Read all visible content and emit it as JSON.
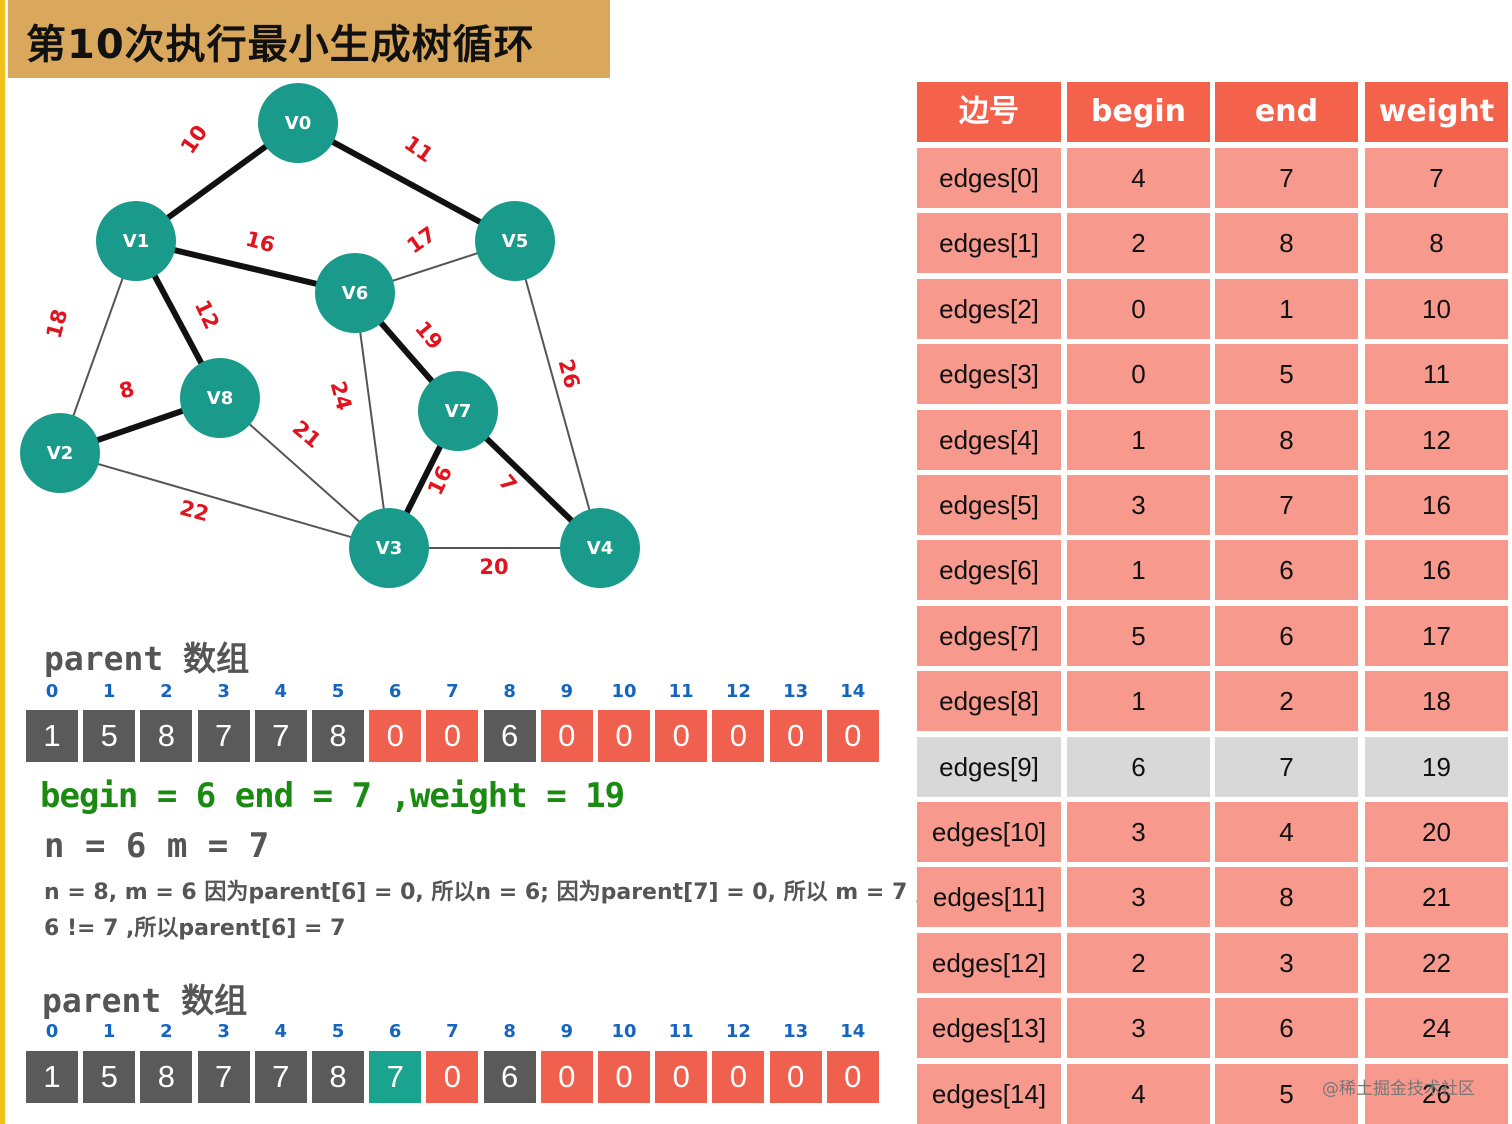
{
  "title": "第10次执行最小生成树循环",
  "graph": {
    "nodes": [
      "V0",
      "V1",
      "V2",
      "V3",
      "V4",
      "V5",
      "V6",
      "V7",
      "V8"
    ],
    "edges": [
      {
        "from": "V0",
        "to": "V1",
        "label": "10",
        "in_tree": true
      },
      {
        "from": "V0",
        "to": "V5",
        "label": "11",
        "in_tree": true
      },
      {
        "from": "V1",
        "to": "V6",
        "label": "16",
        "in_tree": true
      },
      {
        "from": "V6",
        "to": "V5",
        "label": "17",
        "in_tree": false
      },
      {
        "from": "V1",
        "to": "V8",
        "label": "12",
        "in_tree": true
      },
      {
        "from": "V1",
        "to": "V2",
        "label": "18",
        "in_tree": false
      },
      {
        "from": "V6",
        "to": "V7",
        "label": "19",
        "in_tree": true
      },
      {
        "from": "V5",
        "to": "V4",
        "label": "26",
        "in_tree": false
      },
      {
        "from": "V2",
        "to": "V8",
        "label": "8",
        "in_tree": true
      },
      {
        "from": "V6",
        "to": "V3",
        "label": "24",
        "in_tree": false
      },
      {
        "from": "V8",
        "to": "V3",
        "label": "21",
        "in_tree": false
      },
      {
        "from": "V2",
        "to": "V3",
        "label": "22",
        "in_tree": false
      },
      {
        "from": "V7",
        "to": "V3",
        "label": "16",
        "in_tree": true
      },
      {
        "from": "V7",
        "to": "V4",
        "label": "7",
        "in_tree": true
      },
      {
        "from": "V3",
        "to": "V4",
        "label": "20",
        "in_tree": false
      }
    ]
  },
  "parent_before": {
    "title": "parent 数组",
    "indices": [
      "0",
      "1",
      "2",
      "3",
      "4",
      "5",
      "6",
      "7",
      "8",
      "9",
      "10",
      "11",
      "12",
      "13",
      "14"
    ],
    "values": [
      "1",
      "5",
      "8",
      "7",
      "7",
      "8",
      "0",
      "0",
      "6",
      "0",
      "0",
      "0",
      "0",
      "0",
      "0"
    ],
    "styles": [
      "dark",
      "dark",
      "dark",
      "dark",
      "dark",
      "dark",
      "red",
      "red",
      "dark",
      "red",
      "red",
      "red",
      "red",
      "red",
      "red"
    ]
  },
  "begin_line": "begin = 6 end = 7 ,weight = 19",
  "nm_line": "n = 6   m = 7",
  "explanation_1": "n = 8, m = 6  因为parent[6] = 0, 所以n = 6;   因为parent[7] = 0, 所以 m = 7 ;",
  "explanation_2": "6 != 7 ,所以parent[6] = 7",
  "parent_after": {
    "title": "parent 数组",
    "indices": [
      "0",
      "1",
      "2",
      "3",
      "4",
      "5",
      "6",
      "7",
      "8",
      "9",
      "10",
      "11",
      "12",
      "13",
      "14"
    ],
    "values": [
      "1",
      "5",
      "8",
      "7",
      "7",
      "8",
      "7",
      "0",
      "6",
      "0",
      "0",
      "0",
      "0",
      "0",
      "0"
    ],
    "styles": [
      "dark",
      "dark",
      "dark",
      "dark",
      "dark",
      "dark",
      "teal",
      "red",
      "dark",
      "red",
      "red",
      "red",
      "red",
      "red",
      "red"
    ]
  },
  "edge_table": {
    "headers": [
      "边号",
      "begin",
      "end",
      "weight"
    ],
    "rows": [
      [
        "edges[0]",
        "4",
        "7",
        "7"
      ],
      [
        "edges[1]",
        "2",
        "8",
        "8"
      ],
      [
        "edges[2]",
        "0",
        "1",
        "10"
      ],
      [
        "edges[3]",
        "0",
        "5",
        "11"
      ],
      [
        "edges[4]",
        "1",
        "8",
        "12"
      ],
      [
        "edges[5]",
        "3",
        "7",
        "16"
      ],
      [
        "edges[6]",
        "1",
        "6",
        "16"
      ],
      [
        "edges[7]",
        "5",
        "6",
        "17"
      ],
      [
        "edges[8]",
        "1",
        "2",
        "18"
      ],
      [
        "edges[9]",
        "6",
        "7",
        "19"
      ],
      [
        "edges[10]",
        "3",
        "4",
        "20"
      ],
      [
        "edges[11]",
        "3",
        "8",
        "21"
      ],
      [
        "edges[12]",
        "2",
        "3",
        "22"
      ],
      [
        "edges[13]",
        "3",
        "6",
        "24"
      ],
      [
        "edges[14]",
        "4",
        "5",
        "26"
      ]
    ],
    "highlight_row": 9
  },
  "watermark": "@稀土掘金技术社区",
  "colors": {
    "node": "#1a9a8a",
    "header": "#f4624c",
    "row": "#f7998d",
    "highlight": "#d8d8d8",
    "begin_line": "#1b8a12",
    "index": "#1565c0"
  }
}
